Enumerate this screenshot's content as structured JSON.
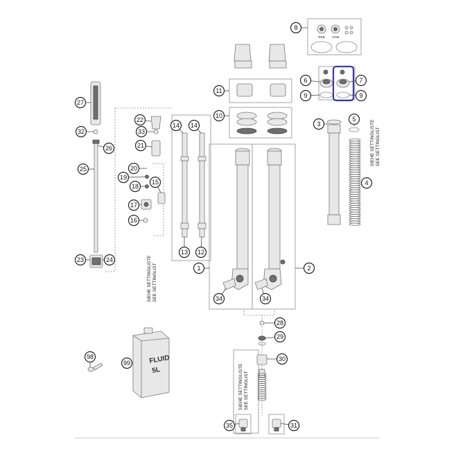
{
  "diagram": {
    "callouts": [
      {
        "id": "c1",
        "text": "1"
      },
      {
        "id": "c2",
        "text": "2"
      },
      {
        "id": "c3",
        "text": "3"
      },
      {
        "id": "c4",
        "text": "4"
      },
      {
        "id": "c5",
        "text": "5"
      },
      {
        "id": "c6",
        "text": "6"
      },
      {
        "id": "c7",
        "text": "7"
      },
      {
        "id": "c8",
        "text": "8"
      },
      {
        "id": "c9a",
        "text": "9"
      },
      {
        "id": "c9b",
        "text": "9"
      },
      {
        "id": "c10",
        "text": "10"
      },
      {
        "id": "c11",
        "text": "11"
      },
      {
        "id": "c12",
        "text": "12"
      },
      {
        "id": "c13",
        "text": "13"
      },
      {
        "id": "c14a",
        "text": "14"
      },
      {
        "id": "c14b",
        "text": "14"
      },
      {
        "id": "c15",
        "text": "15"
      },
      {
        "id": "c16",
        "text": "16"
      },
      {
        "id": "c17",
        "text": "17"
      },
      {
        "id": "c18",
        "text": "18"
      },
      {
        "id": "c19",
        "text": "19"
      },
      {
        "id": "c20",
        "text": "20"
      },
      {
        "id": "c21",
        "text": "21"
      },
      {
        "id": "c22",
        "text": "22"
      },
      {
        "id": "c23",
        "text": "23"
      },
      {
        "id": "c24",
        "text": "24"
      },
      {
        "id": "c25",
        "text": "25"
      },
      {
        "id": "c26",
        "text": "26"
      },
      {
        "id": "c27",
        "text": "27"
      },
      {
        "id": "c28",
        "text": "28"
      },
      {
        "id": "c29",
        "text": "29"
      },
      {
        "id": "c30",
        "text": "30"
      },
      {
        "id": "c31",
        "text": "31"
      },
      {
        "id": "c32",
        "text": "32"
      },
      {
        "id": "c33",
        "text": "33"
      },
      {
        "id": "c34a",
        "text": "34"
      },
      {
        "id": "c34b",
        "text": "34"
      },
      {
        "id": "c35",
        "text": "35"
      },
      {
        "id": "c98",
        "text": "98"
      },
      {
        "id": "c99",
        "text": "99"
      }
    ],
    "notes": {
      "settinglist_line1": "SIEHE SETTINGLISTE",
      "settinglist_line2": "SEE SETTINGLIST"
    },
    "cap_labels": {
      "reb": "REB",
      "com": "COM"
    },
    "fluid_label": {
      "line1": "FLUID",
      "line2": "5L"
    },
    "highlight_color": "#3a3aa8"
  }
}
